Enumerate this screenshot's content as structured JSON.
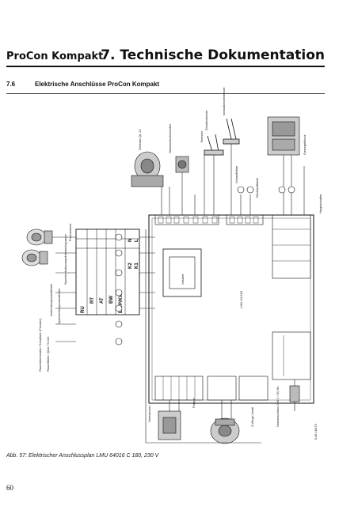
{
  "header": {
    "left_title": "ProCon Kompakt",
    "right_title": "7. Technische Dokumentation"
  },
  "section": {
    "number": "7.6",
    "title": "Elektrische Anschlüsse ProCon Kompakt"
  },
  "diagram": {
    "terminals": [
      "RU",
      "RT",
      "AT",
      "BW",
      "BWP/KW",
      "K2",
      "K1",
      "N",
      "L"
    ],
    "left_labels": [
      "Raumfühler: QAA 73.110",
      "Raumthermostat / Schaltuhr (Fenster)",
      "Außentemperaturfühler",
      "Speichertemperaturfühler",
      "Speicherladepumpe",
      "Heizkreispumpe",
      "Fremdheizer"
    ],
    "top_labels": [
      "Gebläse QL 12",
      "Wasserdruckschalter",
      "Brenner",
      "Zündelektrode",
      "Ionisationselektrode",
      "Gasregelblock",
      "Vorlauffühler",
      "Rücklauffühler",
      "Hauptschalter"
    ],
    "box_labels": [
      "LMU 64.018",
      "Netzteil"
    ],
    "bottom_labels": [
      "Pumpe",
      "3-Wege-Ventil",
      "Netzanschluss 230 V / 50 Hz",
      "Netzstecker"
    ],
    "stamp": "ELB 18073"
  },
  "caption": "Abb. 57:  Elektrischer Anschlussplan LMU 64016 C 180, 230 V",
  "page_number": "60"
}
